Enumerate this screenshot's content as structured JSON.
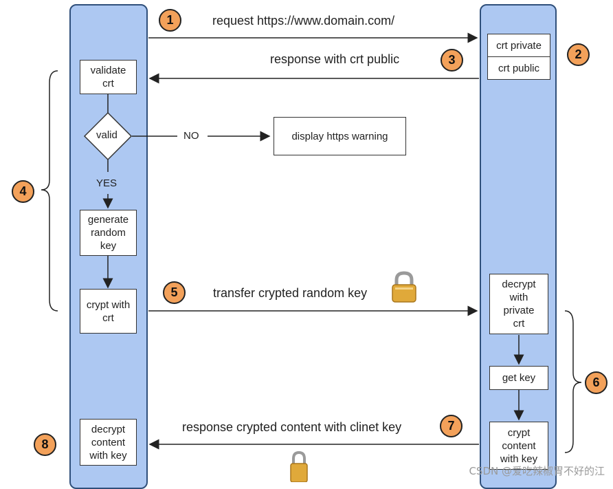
{
  "arrows": {
    "request": "request https://www.domain.com/",
    "response_cert": "response with crt public",
    "transfer_key": "transfer crypted random key",
    "response_content": "response crypted content with clinet key"
  },
  "client": {
    "validate": "validate\ncrt",
    "valid": "valid",
    "no_label": "NO",
    "yes_label": "YES",
    "warning": "display https warning",
    "generate": "generate\nrandom\nkey",
    "crypt": "crypt with\ncrt",
    "decrypt": "decrypt\ncontent\nwith key"
  },
  "server": {
    "crt_private": "crt private",
    "crt_public": "crt public",
    "decrypt_private": "decrypt\nwith\nprivate\ncrt",
    "get_key": "get key",
    "crypt_content": "crypt\ncontent\nwith key"
  },
  "steps": [
    "1",
    "2",
    "3",
    "4",
    "5",
    "6",
    "7",
    "8"
  ],
  "colors": {
    "lane": "#adc8f2",
    "step_badge": "#f3a15a",
    "lock": "#e0a93a"
  },
  "icons": [
    "padlock-icon"
  ],
  "watermark": "CSDN @爱吃辣椒胃不好的江"
}
